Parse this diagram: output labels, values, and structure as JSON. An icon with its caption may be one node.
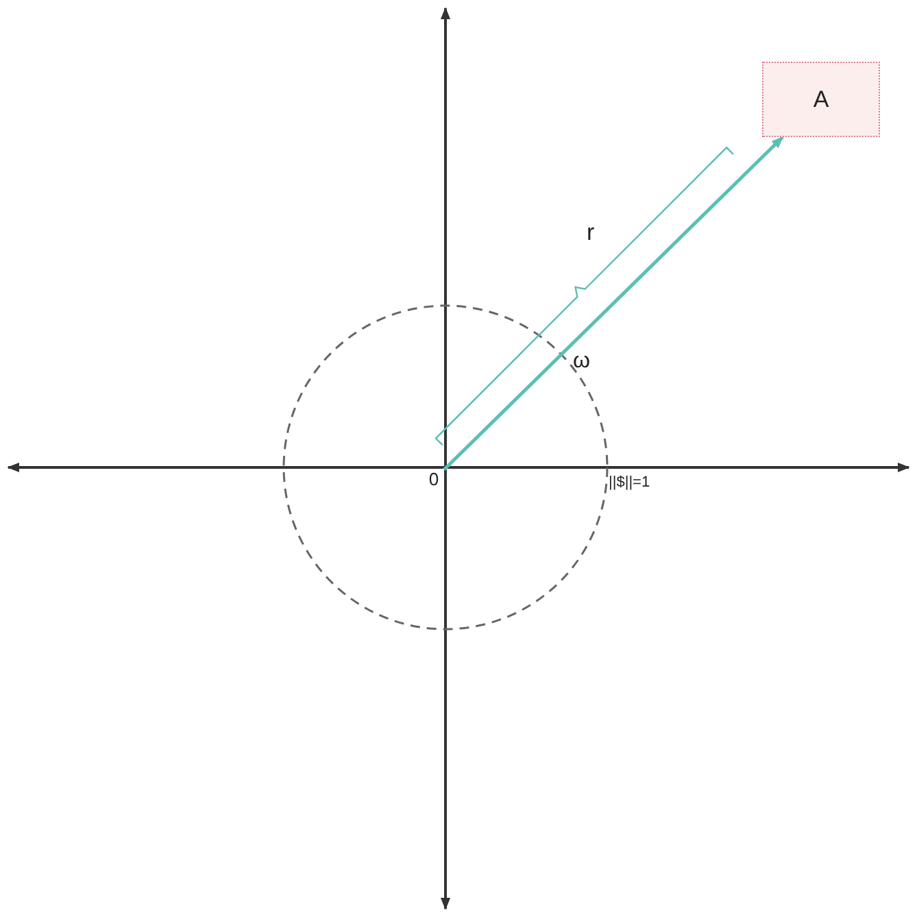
{
  "diagram": {
    "nodes": [
      {
        "text": [
          "A"
        ]
      },
      {
        "text": [
          "0"
        ]
      }
    ],
    "edges": [
      {
        "from": 1,
        "to": 0,
        "arrow": "to",
        "color": "#5bbfb5"
      }
    ],
    "labels": [
      "r",
      "ω",
      "||$||=1"
    ]
  }
}
